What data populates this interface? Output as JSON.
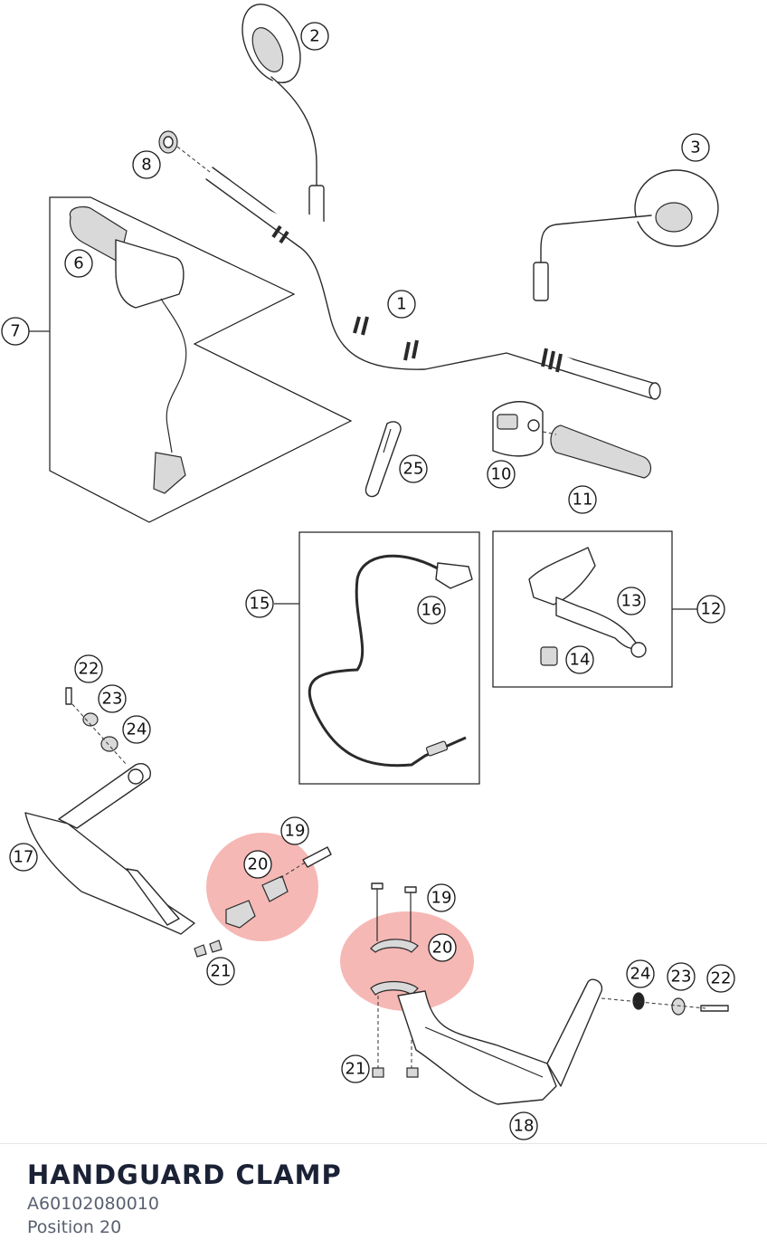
{
  "info": {
    "part_name": "HANDGUARD CLAMP",
    "part_number": "A60102080010",
    "position": "Position 20"
  },
  "callouts": [
    "1",
    "2",
    "3",
    "6",
    "7",
    "8",
    "10",
    "11",
    "12",
    "13",
    "14",
    "15",
    "16",
    "17",
    "18",
    "19",
    "19",
    "20",
    "20",
    "21",
    "21",
    "22",
    "22",
    "23",
    "23",
    "24",
    "24",
    "25"
  ],
  "highlight_color": "#e8554e"
}
